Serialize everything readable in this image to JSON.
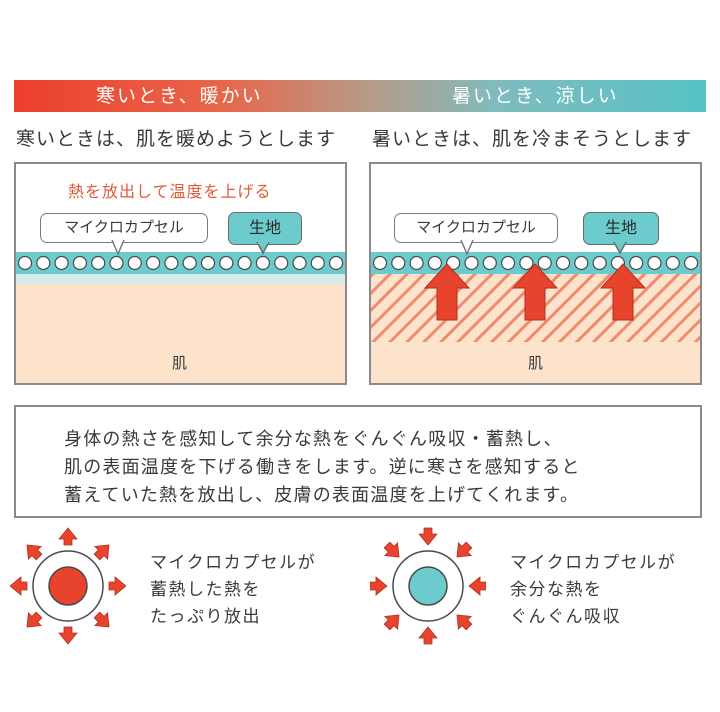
{
  "banner": {
    "left_label": "寒いとき、暖かい",
    "right_label": "暑いとき、涼しい"
  },
  "left_panel": {
    "subheading": "寒いときは、肌を暖めようとします",
    "heat_title": "熱を放出して温度を上げる",
    "capsule_label": "マイクロカプセル",
    "fabric_label": "生地",
    "skin_label": "肌"
  },
  "right_panel": {
    "subheading": "暑いときは、肌を冷まそうとします",
    "capsule_label": "マイクロカプセル",
    "fabric_label": "生地",
    "skin_label": "肌"
  },
  "description": {
    "lines": [
      "身体の熱さを感知して余分な熱をぐんぐん吸収・蓄熱し、",
      "肌の表面温度を下げる働きをします。逆に寒さを感知すると",
      "蓄えていた熱を放出し、皮膚の表面温度を上げてくれます。"
    ]
  },
  "legend": {
    "release": {
      "lines": [
        "マイクロカプセルが",
        "蓄熱した熱を",
        "たっぷり放出"
      ]
    },
    "absorb": {
      "lines": [
        "マイクロカプセルが",
        "余分な熱を",
        "ぐんぐん吸収"
      ]
    }
  },
  "colors": {
    "warm": "#ec3f2c",
    "cool": "#6ccbcc",
    "skin": "#fde3cc",
    "fabric": "#cfe9ea",
    "hatch": "#f08a70"
  }
}
